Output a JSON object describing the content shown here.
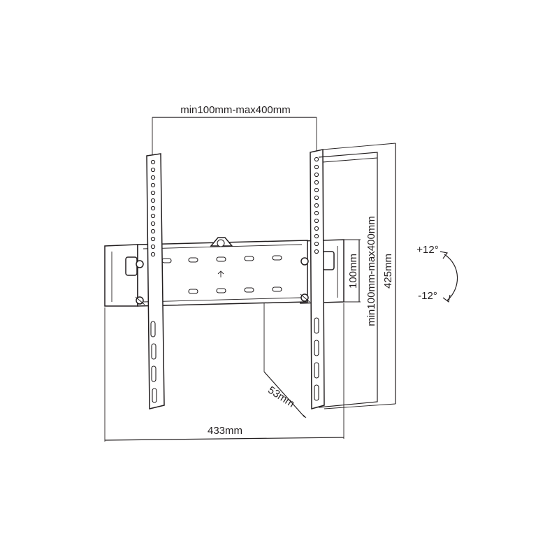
{
  "dimensions": {
    "top_vesa_width": "min100mm-max400mm",
    "side_vesa_height": "min100mm-max400mm",
    "overall_height": "425mm",
    "rail_height": "100mm",
    "overall_width": "433mm",
    "wall_depth": "53mm"
  },
  "tilt": {
    "up": "+12°",
    "down": "-12°"
  }
}
